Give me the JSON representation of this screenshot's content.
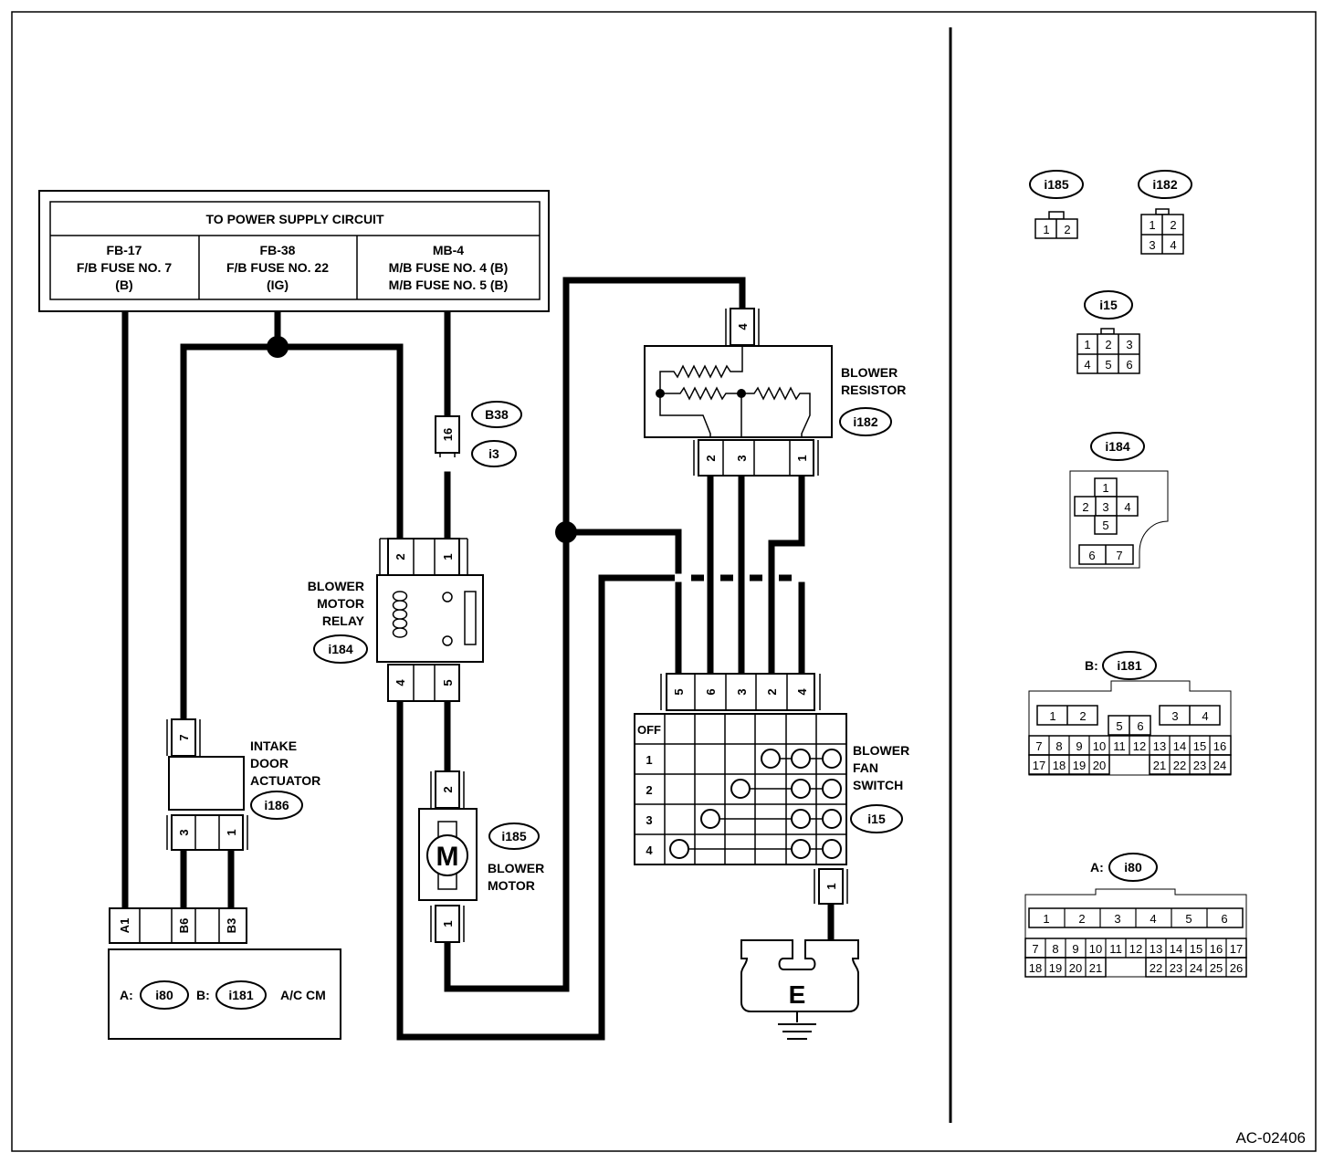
{
  "power_supply": {
    "title": "TO POWER SUPPLY CIRCUIT",
    "col1": [
      "FB-17",
      "F/B FUSE NO. 7",
      "(B)"
    ],
    "col2": [
      "FB-38",
      "F/B FUSE NO. 22",
      "(IG)"
    ],
    "col3": [
      "MB-4",
      "M/B FUSE NO. 4 (B)",
      "M/B FUSE NO. 5 (B)"
    ]
  },
  "relay": {
    "name": [
      "BLOWER",
      "MOTOR",
      "RELAY"
    ],
    "conn": "i184",
    "pins_top": [
      "2",
      "1"
    ],
    "pins_bottom": [
      "4",
      "5"
    ]
  },
  "joint": {
    "pin": "16",
    "conn1": "B38",
    "conn2": "i3"
  },
  "motor": {
    "name": [
      "BLOWER",
      "MOTOR"
    ],
    "conn": "i185",
    "symbol": "M",
    "pin_top": "2",
    "pin_bottom": "1"
  },
  "actuator": {
    "name": [
      "INTAKE",
      "DOOR",
      "ACTUATOR"
    ],
    "conn": "i186",
    "pin_top": "7",
    "pins_bottom": [
      "3",
      "1"
    ]
  },
  "acm": {
    "pins": [
      "A1",
      "B6",
      "B3"
    ],
    "label_a": "A:",
    "conn_a": "i80",
    "label_b": "B:",
    "conn_b": "i181",
    "name": "A/C CM"
  },
  "resistor": {
    "name": [
      "BLOWER",
      "RESISTOR"
    ],
    "conn": "i182",
    "pin_top": "4",
    "pins_bottom": [
      "2",
      "3",
      "1"
    ]
  },
  "fan_switch": {
    "name": [
      "BLOWER",
      "FAN",
      "SWITCH"
    ],
    "conn": "i15",
    "pins_top": [
      "5",
      "6",
      "3",
      "2",
      "4"
    ],
    "rows": [
      "OFF",
      "1",
      "2",
      "3",
      "4"
    ],
    "pin_bottom": "1"
  },
  "ground": {
    "label": "E"
  },
  "connectors": {
    "i185": {
      "label": "i185",
      "pins": [
        "1",
        "2"
      ]
    },
    "i182": {
      "label": "i182",
      "pins": [
        "1",
        "2",
        "3",
        "4"
      ]
    },
    "i15": {
      "label": "i15",
      "pins": [
        "1",
        "2",
        "3",
        "4",
        "5",
        "6"
      ]
    },
    "i184": {
      "label": "i184",
      "pins": [
        "1",
        "2",
        "3",
        "4",
        "5",
        "6",
        "7"
      ]
    },
    "i181": {
      "prefix": "B:",
      "label": "i181",
      "top": [
        "1",
        "2",
        "5",
        "6",
        "3",
        "4"
      ],
      "row2": [
        "7",
        "8",
        "9",
        "10",
        "11",
        "12",
        "13",
        "14",
        "15",
        "16"
      ],
      "row3": [
        "17",
        "18",
        "19",
        "20",
        "21",
        "22",
        "23",
        "24"
      ]
    },
    "i80": {
      "prefix": "A:",
      "label": "i80",
      "top": [
        "1",
        "2",
        "3",
        "4",
        "5",
        "6"
      ],
      "row2": [
        "7",
        "8",
        "9",
        "10",
        "11",
        "12",
        "13",
        "14",
        "15",
        "16",
        "17"
      ],
      "row3": [
        "18",
        "19",
        "20",
        "21",
        "22",
        "23",
        "24",
        "25",
        "26"
      ]
    }
  },
  "figure_code": "AC-02406"
}
